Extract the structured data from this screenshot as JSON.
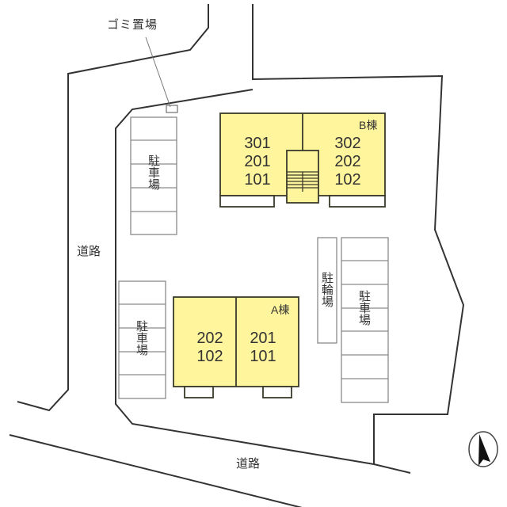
{
  "colors": {
    "building_fill": "#FFF59D",
    "building_stroke": "#3a3a2a",
    "lot_line": "#333333",
    "parking_line": "#8a8a8a",
    "background": "#ffffff"
  },
  "labels": {
    "garbage": "ゴミ置場",
    "road_west": "道路",
    "road_south": "道路"
  },
  "buildings": [
    {
      "id": "B",
      "name": "B棟",
      "units_left": [
        "301",
        "201",
        "101"
      ],
      "units_right": [
        "302",
        "202",
        "102"
      ]
    },
    {
      "id": "A",
      "name": "A棟",
      "units_left": [
        "202",
        "102"
      ],
      "units_right": [
        "201",
        "101"
      ]
    }
  ],
  "parking_areas": [
    {
      "id": "parking-northwest",
      "label": "駐車場",
      "spaces": 5
    },
    {
      "id": "parking-southwest",
      "label": "駐車場",
      "spaces": 5
    },
    {
      "id": "parking-east",
      "label": "駐車場",
      "spaces": 7
    }
  ],
  "bicycle_parking": {
    "label": "駐輪場"
  },
  "compass": {
    "icon": "north-arrow-icon",
    "direction": "N"
  }
}
